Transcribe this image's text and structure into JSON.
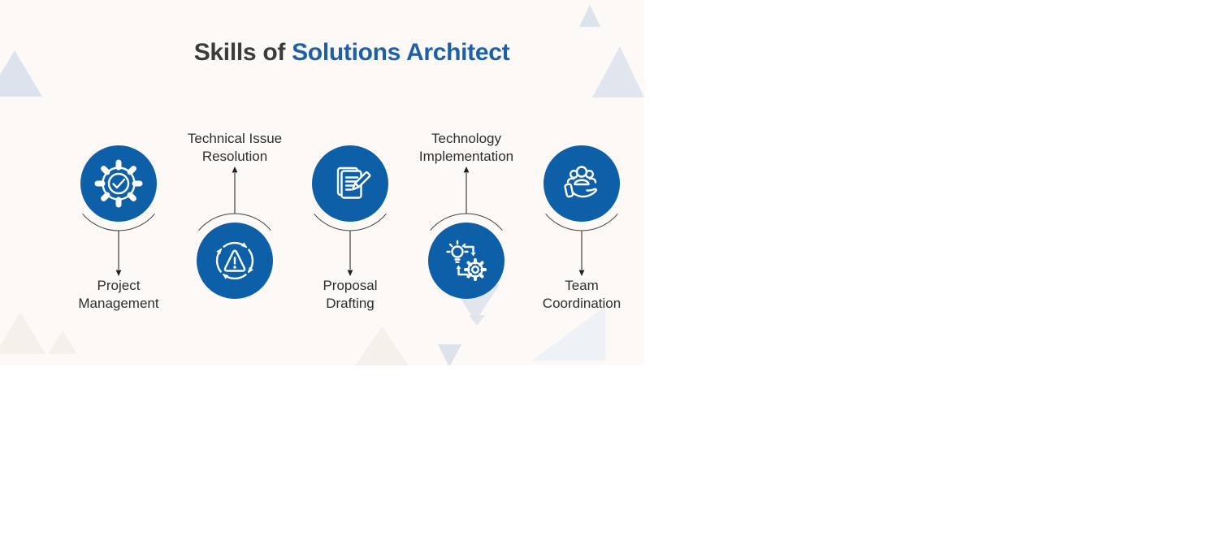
{
  "title": {
    "prefix": "Skills of",
    "highlight": "Solutions Architect"
  },
  "skills": [
    {
      "label": "Project Management",
      "lines": [
        "Project",
        "Management"
      ],
      "icon": "gear-check-icon"
    },
    {
      "label": "Technical Issue Resolution",
      "lines": [
        "Technical Issue",
        "Resolution"
      ],
      "icon": "alert-cycle-icon"
    },
    {
      "label": "Proposal Drafting",
      "lines": [
        "Proposal",
        "Drafting"
      ],
      "icon": "document-pencil-icon"
    },
    {
      "label": "Technology Implementation",
      "lines": [
        "Technology",
        "Implementation"
      ],
      "icon": "bulb-gear-icon"
    },
    {
      "label": "Team Coordination",
      "lines": [
        "Team",
        "Coordination"
      ],
      "icon": "team-hand-icon"
    }
  ],
  "colors": {
    "brand-blue": "#0d60a8",
    "title-blue": "#1d60aa",
    "title-dark": "#3b3b3b",
    "label-text": "#2e2e2e",
    "line-gray": "#3f3f3f",
    "panel-bg": "#fdf9f6",
    "decor-blue-gray": "#dce3ec",
    "decor-faint": "#f4f0ea"
  }
}
